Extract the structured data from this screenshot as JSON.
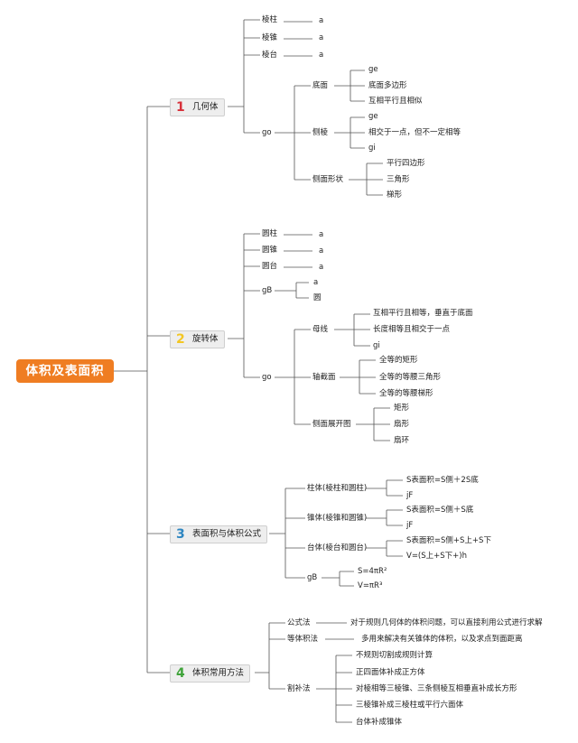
{
  "root": {
    "label": "体积及表面积",
    "color": "#ef7d22"
  },
  "categories": [
    {
      "num": "1",
      "label": "几何体",
      "num_color": "#d7303a"
    },
    {
      "num": "2",
      "label": "旋转体",
      "num_color": "#f3c623"
    },
    {
      "num": "3",
      "label": "表面积与体积公式",
      "num_color": "#2e86c1"
    },
    {
      "num": "4",
      "label": "体积常用方法",
      "num_color": "#3fa33a"
    }
  ],
  "g1": {
    "items": [
      "棱柱",
      "棱锥",
      "棱台"
    ],
    "item_note": "a",
    "go_label": "go",
    "sub": [
      {
        "label": "底面",
        "leaves": [
          "ge",
          "底面多边形",
          "互相平行且相似"
        ]
      },
      {
        "label": "侧棱",
        "leaves": [
          "ge",
          "相交于一点，但不一定相等",
          "gi"
        ]
      },
      {
        "label": "侧面形状",
        "leaves": [
          "平行四边形",
          "三角形",
          "梯形"
        ]
      }
    ]
  },
  "g2": {
    "items": [
      "圆柱",
      "圆锥",
      "圆台"
    ],
    "item_note": "a",
    "gb_label": "gB",
    "gb_leaves": [
      "a",
      "圆"
    ],
    "go_label": "go",
    "sub": [
      {
        "label": "母线",
        "leaves": [
          "互相平行且相等，垂直于底面",
          "长度相等且相交于一点",
          "gi"
        ]
      },
      {
        "label": "轴截面",
        "leaves": [
          "全等的矩形",
          "全等的等腰三角形",
          "全等的等腰梯形"
        ]
      },
      {
        "label": "侧面展开图",
        "leaves": [
          "矩形",
          "扇形",
          "扇环"
        ]
      }
    ]
  },
  "g3": {
    "sub": [
      {
        "label": "柱体(棱柱和圆柱)",
        "leaves": [
          "S表面积=S侧＋2S底",
          "jF"
        ]
      },
      {
        "label": "锥体(棱锥和圆锥)",
        "leaves": [
          "S表面积=S侧＋S底",
          "jF"
        ]
      },
      {
        "label": "台体(棱台和圆台)",
        "leaves": [
          "S表面积=S侧+S上+S下",
          "V=(S上+S下+)h"
        ]
      },
      {
        "label": "gB",
        "leaves": [
          "S=4πR²",
          "V=πR³"
        ]
      }
    ]
  },
  "g4": {
    "gongshi": {
      "label": "公式法",
      "desc": "对于规则几何体的体积问题，可以直接利用公式进行求解"
    },
    "dengti": {
      "label": "等体积法",
      "desc": "多用来解决有关锥体的体积，以及求点到面距离"
    },
    "gebu": {
      "label": "割补法",
      "leaves": [
        "不规则切割成规则计算",
        "正四面体补成正方体",
        "对棱相等三棱锥、三条侧棱互相垂直补成长方形",
        "三棱锥补成三棱柱或平行六面体",
        "台体补成锥体"
      ]
    }
  }
}
